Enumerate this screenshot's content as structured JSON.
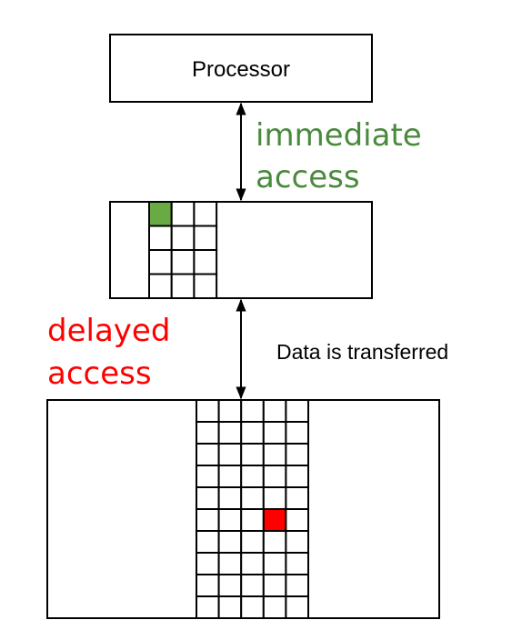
{
  "processor": {
    "label": "Processor"
  },
  "cache": {
    "grid": {
      "rows": 4,
      "cols": 3
    },
    "highlight": {
      "row": 0,
      "col": 0
    }
  },
  "memory": {
    "grid": {
      "rows": 10,
      "cols": 5
    },
    "highlight": {
      "row": 5,
      "col": 3
    }
  },
  "labels": {
    "immediate_line1": "immediate",
    "immediate_line2": "access",
    "delayed_line1": "delayed",
    "delayed_line2": "access",
    "transfer": "Data is transferred"
  },
  "colors": {
    "immediate": "#4a8a3c",
    "delayed": "#ff0000",
    "cache_highlight": "#6aaa45",
    "memory_highlight": "#ff0000",
    "stroke": "#000000"
  }
}
